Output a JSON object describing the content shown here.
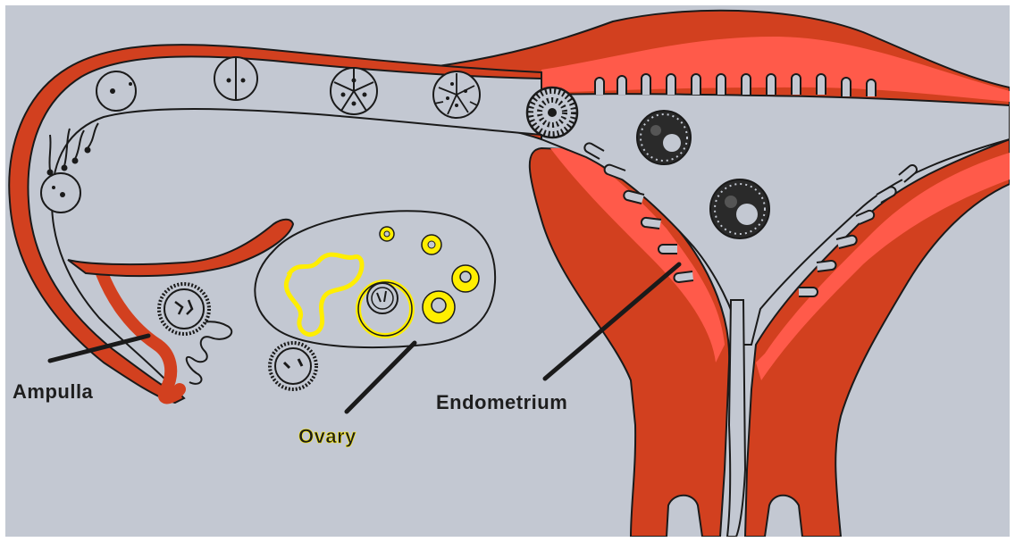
{
  "labels": {
    "ampulla": "Ampulla",
    "ovary": "Ovary",
    "endometrium": "Endometrium"
  },
  "colors": {
    "background": "#c3c8d2",
    "uterine_wall": "#d2401f",
    "endometrium_lining": "#ff5a4a",
    "ovarian_follicle": "#ffee00",
    "label_text_dark": "#1e1e1e",
    "ovary_label": "#1a1a1a"
  }
}
